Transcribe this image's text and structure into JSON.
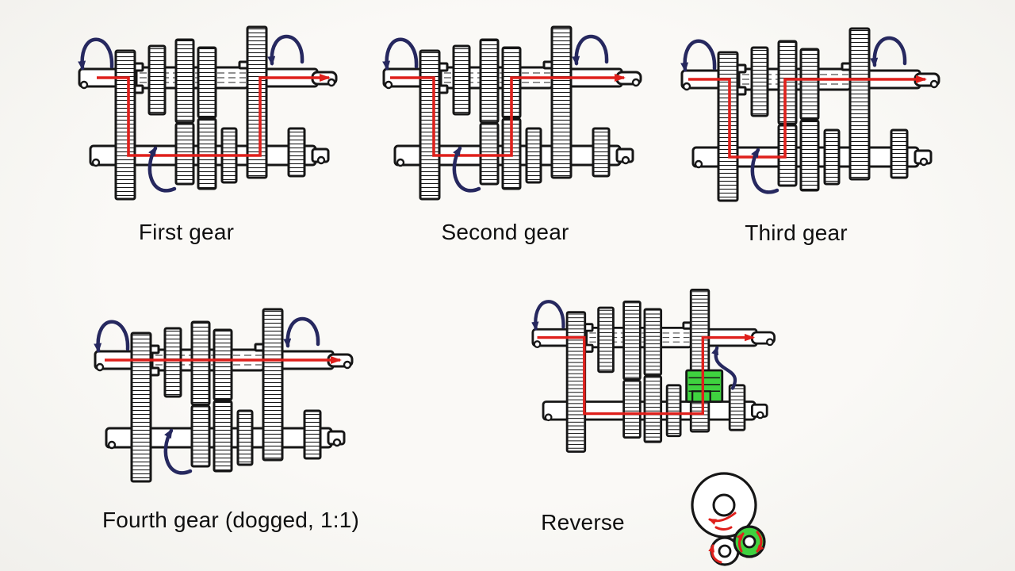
{
  "figure": {
    "colors": {
      "line": "#161616",
      "flow_red": "#df201c",
      "rotation_navy": "#26285f",
      "idler_green": "#3fd23f",
      "label_text": "#0f0f0f",
      "background": "#f8f7f4"
    },
    "panels": [
      {
        "id": "first-gear",
        "label": "First gear",
        "flow_points": [
          [
            26,
            74
          ],
          [
            66,
            74
          ],
          [
            66,
            172
          ],
          [
            232,
            172
          ],
          [
            232,
            74
          ],
          [
            319,
            74
          ]
        ],
        "rotation_arrows": {
          "left": "down",
          "right": "down",
          "countershaft": "up"
        },
        "reverse_idler_highlight": false
      },
      {
        "id": "second-gear",
        "label": "Second gear",
        "flow_points": [
          [
            12,
            74
          ],
          [
            67,
            74
          ],
          [
            67,
            172
          ],
          [
            165,
            172
          ],
          [
            165,
            74
          ],
          [
            307,
            74
          ]
        ],
        "rotation_arrows": {
          "left": "down",
          "right": "down",
          "countershaft": "up"
        },
        "reverse_idler_highlight": false
      },
      {
        "id": "third-gear",
        "label": "Third gear",
        "flow_points": [
          [
            12,
            74
          ],
          [
            64,
            74
          ],
          [
            64,
            172
          ],
          [
            134,
            172
          ],
          [
            134,
            74
          ],
          [
            311,
            74
          ]
        ],
        "rotation_arrows": {
          "left": "down",
          "right": "down",
          "countershaft": "up"
        },
        "reverse_idler_highlight": false
      },
      {
        "id": "fourth-gear",
        "label": "Fourth gear (dogged, 1:1)",
        "flow_points": [
          [
            16,
            74
          ],
          [
            313,
            74
          ]
        ],
        "rotation_arrows": {
          "left": "down",
          "right": "down",
          "countershaft": "up"
        },
        "reverse_idler_highlight": false
      },
      {
        "id": "reverse",
        "label": "Reverse",
        "flow_points": [
          [
            10,
            74
          ],
          [
            73,
            74
          ],
          [
            73,
            176
          ],
          [
            232,
            176
          ],
          [
            232,
            74
          ],
          [
            300,
            74
          ]
        ],
        "rotation_arrows": {
          "left": "down",
          "right": "up",
          "countershaft": "none"
        },
        "reverse_idler_highlight": true
      }
    ],
    "inset": {
      "id": "reverse-idler-inset",
      "idler_color": "#3fd23f",
      "gears": [
        "mainshaft-gear",
        "countershaft-gear",
        "reverse-idler-gear"
      ]
    }
  }
}
